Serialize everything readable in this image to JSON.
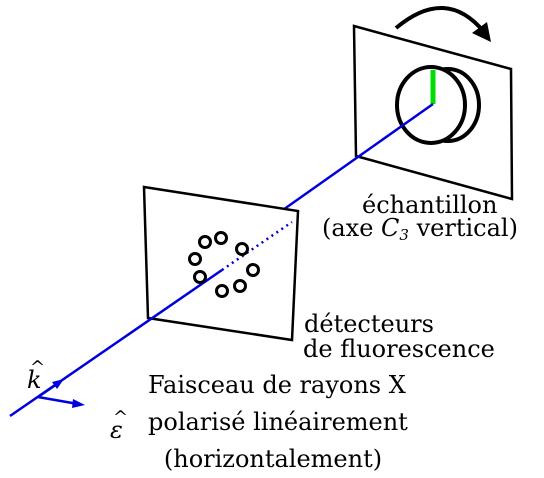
{
  "labels": {
    "sample_line1": "échantillon",
    "sample_line2_pre": "(axe ",
    "sample_axis_letter": "C",
    "sample_axis_sub": "3",
    "sample_line2_post": " vertical)",
    "detectors_line1": "détecteurs",
    "detectors_line2": "de fluorescence",
    "beam_line1": "Faisceau de rayons X",
    "beam_line2": "polarisé linéairement",
    "beam_line3": "(horizontalement)",
    "wave_vector": "k",
    "polarization": "ε"
  },
  "colors": {
    "beam": "#0000dd",
    "axis_marker": "#00dd00",
    "ink": "#000000"
  },
  "detector_count": 8
}
